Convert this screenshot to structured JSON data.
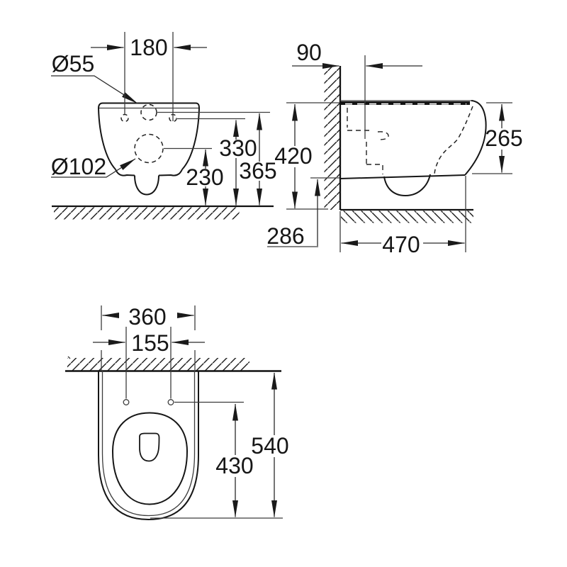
{
  "title": "Wall-hung WC technical dimension drawing",
  "front_view": {
    "hole_spacing": "180",
    "flush_hole_diameter": "Ø55",
    "outlet_hole_diameter": "Ø102",
    "side_holes_height": "330",
    "flush_hole_height": "365",
    "outlet_height": "230"
  },
  "side_view": {
    "flush_inlet_offset": "90",
    "overall_height": "420",
    "front_edge_height": "265",
    "bottom_rear_dimension": "286",
    "bottom_depth": "470"
  },
  "plan_view": {
    "overall_width": "360",
    "seat_hole_spacing": "155",
    "seat_holes_to_front": "430",
    "overall_depth": "540"
  },
  "colors": {
    "line": "#1a1a1a",
    "background": "#ffffff"
  }
}
